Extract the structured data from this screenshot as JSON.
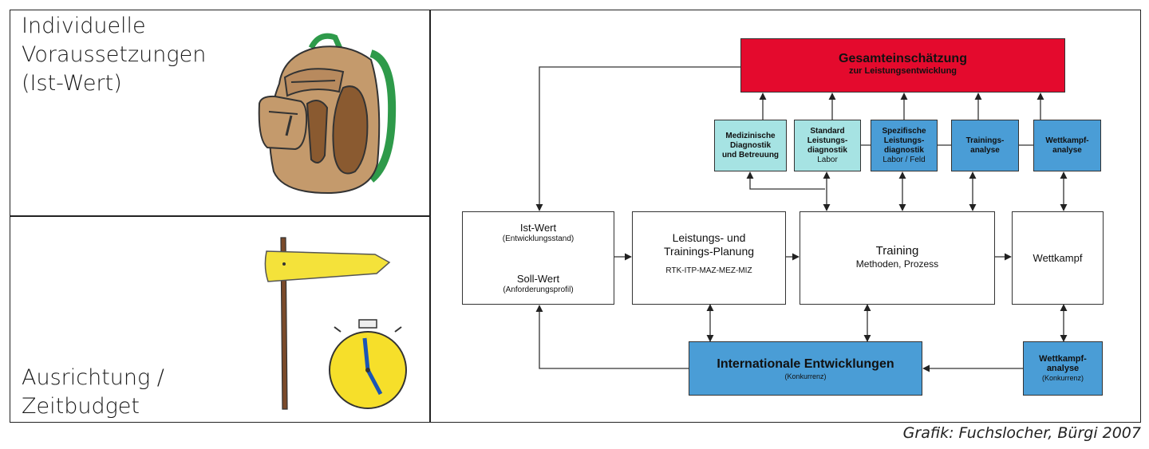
{
  "left": {
    "top_text": [
      "Individuelle",
      "Voraussetzungen",
      "(Ist-Wert)"
    ],
    "bottom_text": [
      "Ausrichtung /",
      "Zeitbudget"
    ]
  },
  "credit": "Grafik: Fuchslocher, Bürgi 2007",
  "diagram": {
    "gesamt": {
      "title": "Gesamteinschätzung",
      "sub": "zur Leistungsentwicklung",
      "color": "#e40a2d"
    },
    "small_boxes": [
      {
        "lines": [
          "Medizinische",
          "Diagnostik",
          "und Betreuung"
        ],
        "sub": "",
        "color": "#a6e3e3"
      },
      {
        "lines": [
          "Standard",
          "Leistungs-",
          "diagnostik"
        ],
        "sub": "Labor",
        "color": "#a6e3e3"
      },
      {
        "lines": [
          "Spezifische",
          "Leistungs-",
          "diagnostik"
        ],
        "sub": "Labor / Feld",
        "color": "#4a9dd6"
      },
      {
        "lines": [
          "Trainings-",
          "analyse"
        ],
        "sub": "",
        "color": "#4a9dd6"
      },
      {
        "lines": [
          "Wettkampf-",
          "analyse"
        ],
        "sub": "",
        "color": "#4a9dd6"
      }
    ],
    "istsoll": {
      "ist": "Ist-Wert",
      "ist_sub": "(Entwicklungsstand)",
      "soll": "Soll-Wert",
      "soll_sub": "(Anforderungsprofil)"
    },
    "planung": {
      "line1": "Leistungs- und",
      "line2": "Trainings-Planung",
      "codes": "RTK-ITP-MAZ-MEZ-MIZ"
    },
    "training": {
      "title": "Training",
      "sub": "Methoden, Prozess"
    },
    "wettkampf": {
      "title": "Wettkampf"
    },
    "international": {
      "title": "Internationale Entwicklungen",
      "sub": "(Konkurrenz)",
      "color": "#4a9dd6"
    },
    "wettkampf_analyse": {
      "lines": [
        "Wettkampf-",
        "analyse"
      ],
      "sub": "(Konkurrenz)",
      "color": "#4a9dd6"
    }
  }
}
